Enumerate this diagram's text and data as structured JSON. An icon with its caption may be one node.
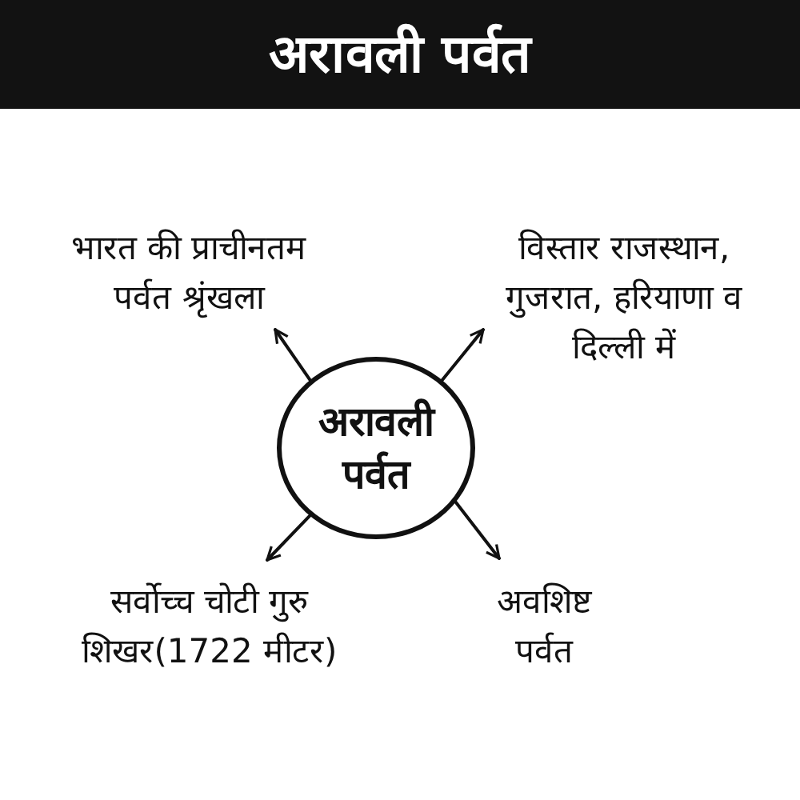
{
  "diagram": {
    "title": "अरावली पर्वत",
    "nodes": [
      {
        "text": [
          "भारत की प्राचीनतम पर्वत श्रृंखला"
        ]
      },
      {
        "text": [
          "विस्तार राजस्थान, गुजरात, हरियाणा व दिल्ली में"
        ]
      },
      {
        "text": [
          "अरावली पर्वत"
        ]
      },
      {
        "text": [
          "सर्वोच्च चोटी गुरु शिखर(1722 मीटर)"
        ]
      },
      {
        "text": [
          "अवशिष्ट पर्वत"
        ]
      }
    ],
    "edges": [
      {
        "from": 2,
        "to": 0,
        "arrow": "to"
      },
      {
        "from": 2,
        "to": 1,
        "arrow": "to"
      },
      {
        "from": 2,
        "to": 3,
        "arrow": "to"
      },
      {
        "from": 2,
        "to": 4,
        "arrow": "to"
      }
    ]
  }
}
